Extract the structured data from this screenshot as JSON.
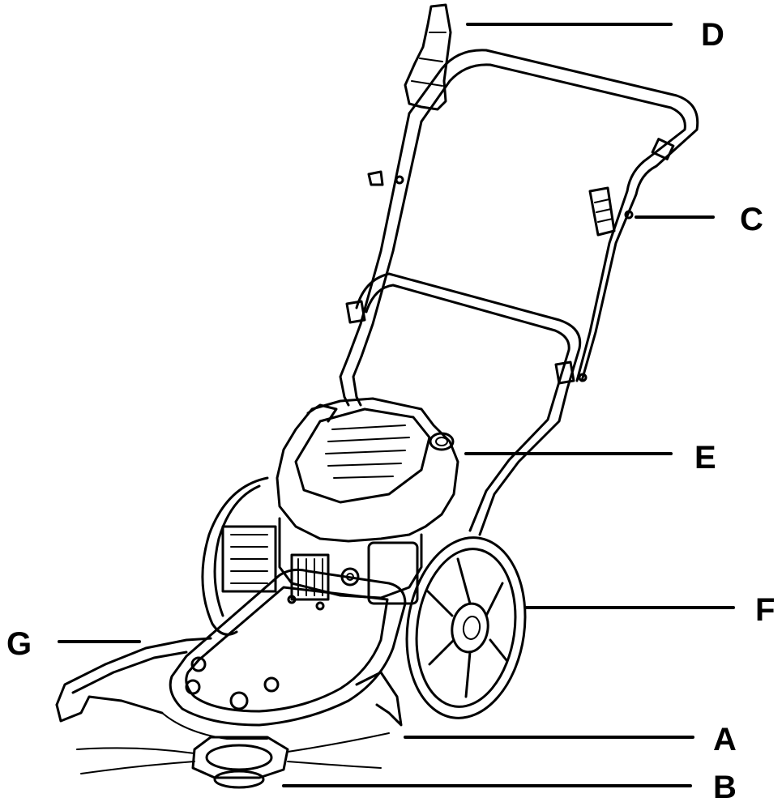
{
  "diagram": {
    "callouts": [
      {
        "id": "A",
        "label": "A"
      },
      {
        "id": "B",
        "label": "B"
      },
      {
        "id": "C",
        "label": "C"
      },
      {
        "id": "D",
        "label": "D"
      },
      {
        "id": "E",
        "label": "E"
      },
      {
        "id": "F",
        "label": "F"
      },
      {
        "id": "G",
        "label": "G"
      }
    ]
  },
  "colors": {
    "line": "#000000",
    "background": "#ffffff"
  }
}
